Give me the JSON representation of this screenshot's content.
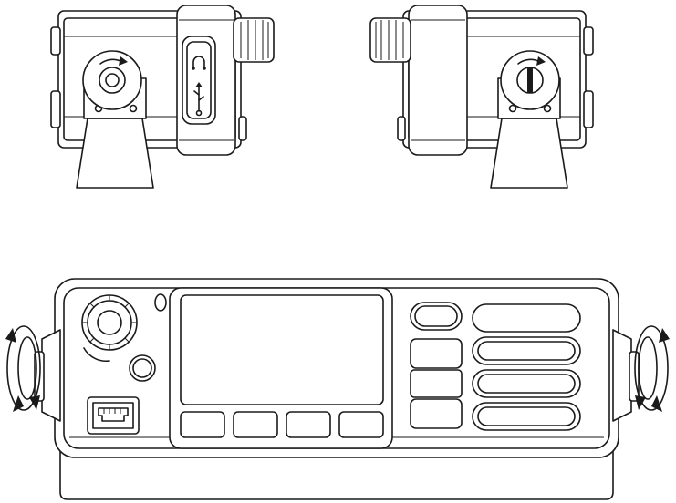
{
  "diagram": {
    "views": [
      "left-side-view",
      "right-side-view",
      "front-view"
    ],
    "colors": {
      "line": "#1a1a1a",
      "fill": "#ffffff",
      "shade": "#d9d9d9"
    },
    "icons": [
      "headset-jack-icon",
      "usb-port-icon",
      "rotate-arrow-icon",
      "ethernet-port-icon"
    ]
  }
}
